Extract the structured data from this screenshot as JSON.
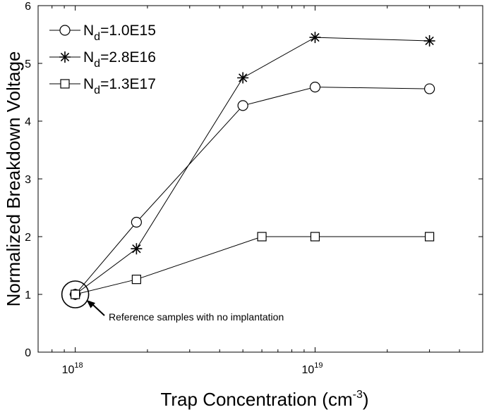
{
  "chart_data": {
    "type": "line",
    "xscale": "log",
    "xlabel": {
      "main": "Trap Concentration (cm",
      "sup": "-3",
      "close": ")"
    },
    "ylabel": "Normalized Breakdown Voltage",
    "xlim": [
      7e+17,
      5e+19
    ],
    "ylim": [
      0,
      6
    ],
    "yticks": [
      "0",
      "1",
      "2",
      "3",
      "4",
      "5",
      "6"
    ],
    "xticks": [
      {
        "value": 1e+18,
        "base": "10",
        "exp": "18"
      },
      {
        "value": 1e+19,
        "base": "10",
        "exp": "19"
      }
    ],
    "grid": false,
    "legend_position": "top-left",
    "series": [
      {
        "name": "N_d=1.0E15",
        "label_parts": [
          "N",
          "d",
          "=1.0E15"
        ],
        "marker": "circle",
        "x": [
          1e+18,
          1.8e+18,
          5e+18,
          1e+19,
          3e+19
        ],
        "values": [
          1.0,
          2.25,
          4.27,
          4.59,
          4.56
        ]
      },
      {
        "name": "N_d=2.8E16",
        "label_parts": [
          "N",
          "d",
          "=2.8E16"
        ],
        "marker": "star",
        "x": [
          1e+18,
          1.8e+18,
          5e+18,
          1e+19,
          3e+19
        ],
        "values": [
          1.0,
          1.79,
          4.75,
          5.45,
          5.39
        ]
      },
      {
        "name": "N_d=1.3E17",
        "label_parts": [
          "N",
          "d",
          "=1.3E17"
        ],
        "marker": "square",
        "x": [
          1e+18,
          1.8e+18,
          6e+18,
          1e+19,
          3e+19
        ],
        "values": [
          1.0,
          1.26,
          2.0,
          2.0,
          2.0
        ]
      }
    ],
    "annotations": [
      {
        "text": "Reference samples with no implantation",
        "x": 1e+18,
        "y": 1.0
      }
    ]
  }
}
